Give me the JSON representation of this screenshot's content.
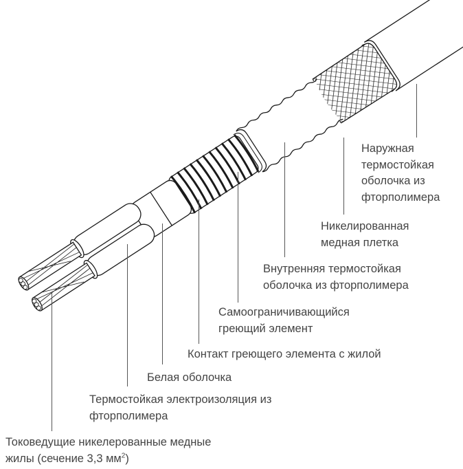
{
  "labels": {
    "outer_jacket": [
      "Наружная",
      "термостойкая",
      "оболочка из",
      "фторполимера"
    ],
    "braid": [
      "Никелированная",
      "медная плетка"
    ],
    "inner_jacket": [
      "Внутренняя термостойкая",
      "оболочка из фторполимера"
    ],
    "heating_element": [
      "Самоограничивающийся",
      "греющий элемент"
    ],
    "contact": [
      "Контакт греющего элемента с жилой"
    ],
    "white_sheath": [
      "Белая оболочка"
    ],
    "insulation": [
      "Термостойкая электроизоляция из",
      "фторполимера"
    ],
    "conductors": [
      "Токоведущие никелерованные медные",
      "жилы (сечение 3,3 мм",
      "2",
      ")"
    ]
  },
  "colors": {
    "stroke": "#1a1a1a",
    "text": "#444444"
  }
}
